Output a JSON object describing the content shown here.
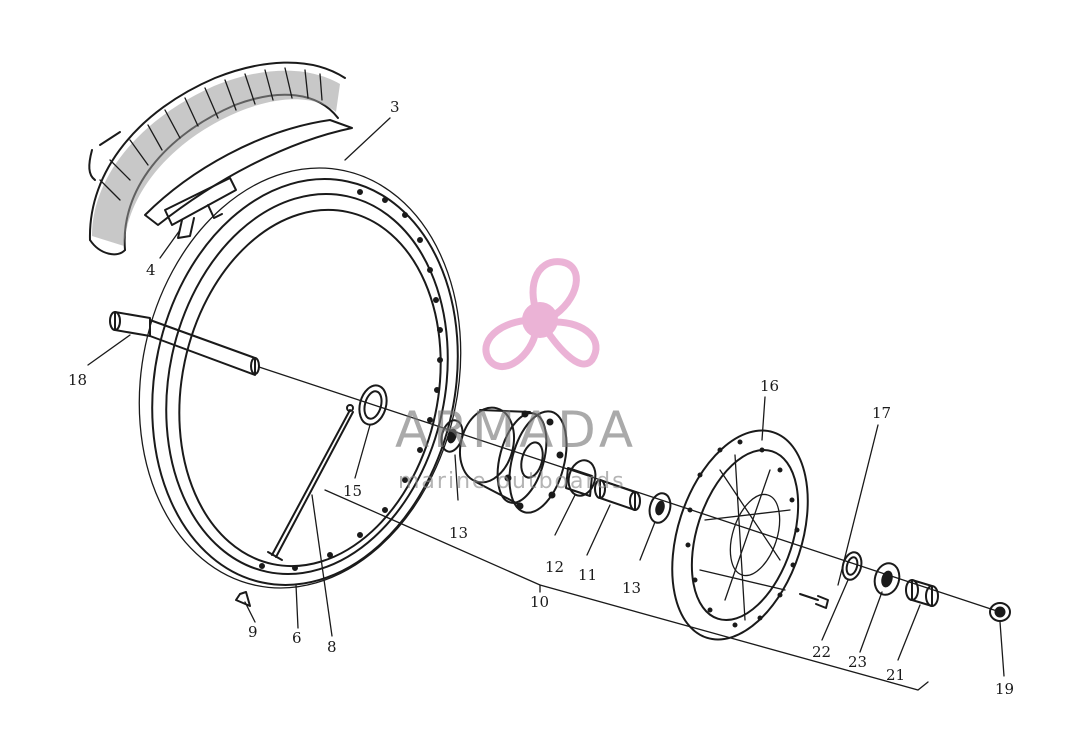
{
  "callouts": {
    "c3": "3",
    "c4": "4",
    "c18": "18",
    "c15": "15",
    "c13a": "13",
    "c12": "12",
    "c11": "11",
    "c13b": "13",
    "c16": "16",
    "c17": "17",
    "c22": "22",
    "c23": "23",
    "c21": "21",
    "c19": "19",
    "c10": "10",
    "c9": "9",
    "c6": "6",
    "c8": "8"
  },
  "watermark": {
    "brand": "ARMADA",
    "tagline": "marine outboards",
    "logo_color": "#e8a6cf"
  }
}
